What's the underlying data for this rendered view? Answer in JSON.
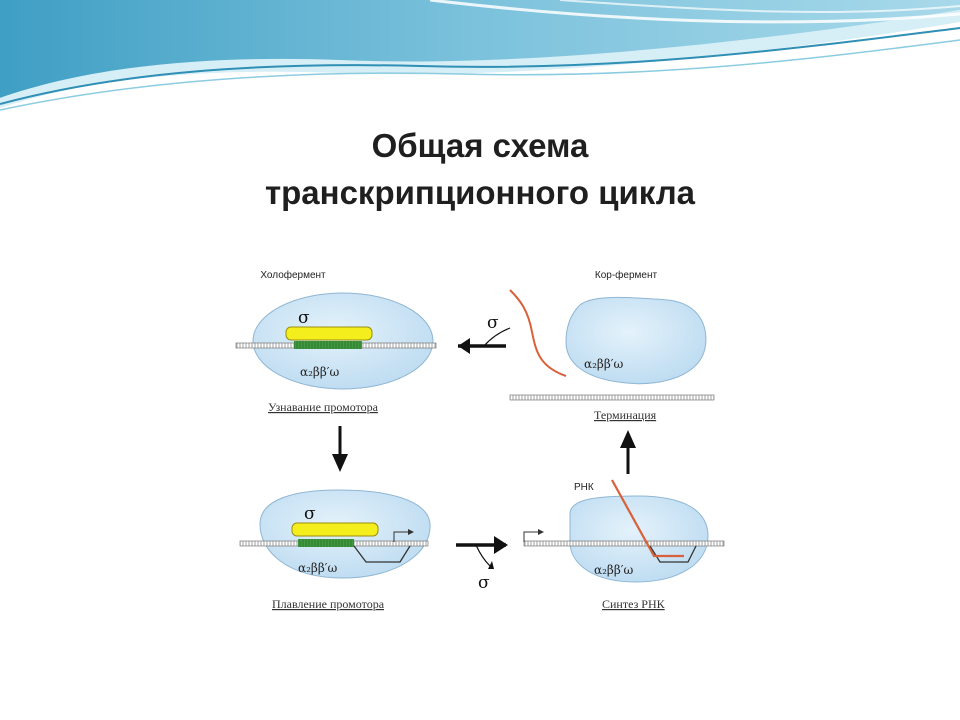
{
  "slide": {
    "title_line1": "Общая схема",
    "title_line2": "транскрипционного цикла"
  },
  "diagram": {
    "holoenzyme_label": "Холофермент",
    "core_enzyme_label": "Кор-фермент",
    "rna_label": "РНК",
    "sigma": "σ",
    "enzyme_subunits": "α₂ββ′ω",
    "stages": {
      "promoter_recognition": "Узнавание промотора",
      "termination": "Терминация",
      "promoter_melting": "Плавление промотора",
      "rna_synthesis": "Синтез РНК"
    }
  },
  "colors": {
    "header_blue": "#5fb2cf",
    "enzyme_fill": "#c6e1f5",
    "sigma_factor": "#f4ee1c",
    "promoter_green": "#3f9a3f",
    "rna_red": "#d8603a"
  }
}
